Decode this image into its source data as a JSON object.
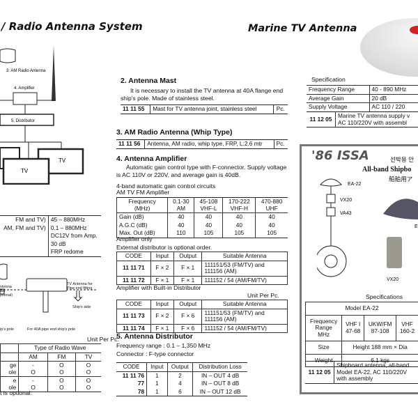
{
  "left": {
    "title": "/ Radio Antenna System",
    "diagram": {
      "am_antenna": "3. AM Radio Antenna",
      "amplifier": "4. Amplifier",
      "distributor": "5. Distributor",
      "tv1": "TV",
      "tv2": "TV"
    },
    "spec_rows": [
      [
        "FM and TV)",
        "45 – 880MHz"
      ],
      [
        "AM, FM and TV)",
        "0.1 – 880MHz"
      ],
      [
        "",
        "DC12V from Amp."
      ],
      [
        "",
        "30 dB"
      ],
      [
        "",
        "FRP redome"
      ]
    ],
    "mount": {
      "label_a": "ntenna\nast\nptional)",
      "label_b": "TV Antenna for\nPipe end fitting",
      "ships_side": "Ship's side",
      "pole_a": "ip's pole",
      "pole_b": "For 40A pipe end ship's pole"
    },
    "unit": "Unit Per Pc.",
    "wave_table": {
      "header": "Type of Radio Wave",
      "cols": [
        "AM",
        "FM",
        "TV"
      ],
      "rows": [
        {
          "label": "ge\nole",
          "am": "-\nO",
          "fm": "O\nO",
          "tv": "O\nO"
        },
        {
          "label": "e\nole",
          "am": "-\nO",
          "fm": "O\nO",
          "tv": "O\nO"
        }
      ]
    },
    "note": "t is optional."
  },
  "mast": {
    "heading": "2. Antenna Mast",
    "text": "It is necessary to install the TV antenna at 40A flange end ship's pole.   Made of stainless steel.",
    "row": [
      "11 11 55",
      "Mast for TV antenna joint, stainless steel",
      "Pc."
    ]
  },
  "am_radio": {
    "heading": "3. AM Radio Antenna (Whip Type)",
    "row": [
      "11 11 56",
      "Antenna, AM radio, whip type, FRP, L:2.6 mtr",
      "Pc."
    ]
  },
  "amplifier": {
    "heading": "4. Antenna Amplifier",
    "text": "Automatic gain control type with F-connector.   Supply voltage is AC 110V or 220V, and average gain is 40dB.",
    "sub1": "4-band automatic gain control circuits",
    "sub2": "AM TV FM Amplifier",
    "freq_header": [
      "Frequency\n(MHz)",
      "0.1-30\nAM",
      "45-108\nVHF-L",
      "170-222\nVHF-H",
      "470-880\nUHF"
    ],
    "freq_rows": [
      [
        "Gain (dB)",
        "40",
        "40",
        "40",
        "40"
      ],
      [
        "A.G.C (dB)",
        "40",
        "40",
        "40",
        "40"
      ],
      [
        "Max. Out (dB)",
        "110",
        "105",
        "105",
        "105"
      ]
    ],
    "only_label": "Amplifier only",
    "only_note": "External distributor is optional order.",
    "cols": [
      "CODE",
      "Input",
      "Output",
      "Suitable Antenna"
    ],
    "only_rows": [
      [
        "11 11 71",
        "F × 2",
        "F × 1",
        "111151/53 (FM/TV) and\n111156 (AM)"
      ],
      [
        "11 11 72",
        "F × 1",
        "F × 1",
        "111152 / 54 (AM/FM/TV)"
      ]
    ],
    "builtin_label": "Amplifier with Built-in Distributor",
    "unit": "Unit Per Pc.",
    "builtin_rows": [
      [
        "11 11 73",
        "F × 2",
        "F × 6",
        "111151/53 (FM/TV) and\n111156 (AM)"
      ],
      [
        "11 11 74",
        "F × 1",
        "F × 6",
        "111152 / 54 (AM/FM/TV)"
      ]
    ]
  },
  "distributor": {
    "heading": "5. Antenna Distributor",
    "freq": "Frequency range : 0.1 – 1,350 MHz",
    "connector": "Connector : F-type connector",
    "cols": [
      "CODE",
      "Input",
      "Output",
      "Distribution Loss"
    ],
    "rows": [
      [
        "11 11 76",
        "1",
        "2",
        "IN – OUT   4 dB"
      ],
      [
        "77",
        "1",
        "4",
        "IN – OUT   8 dB"
      ],
      [
        "78",
        "1",
        "6",
        "IN – OUT 12 dB"
      ]
    ]
  },
  "marine": {
    "title": "Marine TV Antenna",
    "spec_label": "Specification",
    "spec_rows": [
      [
        "Frequency Range",
        "40 - 890 MHz"
      ],
      [
        "Average Gain",
        "20 dB"
      ],
      [
        "Supply Voltage",
        "AC 110 / 220"
      ]
    ],
    "row": [
      "11 12 05",
      "Marine TV antenna supply v\nAC 110/220V with assembl"
    ],
    "dome_accent": "#d42020"
  },
  "issa": {
    "brand": "'86 ISSA",
    "korean": "선박용 안",
    "english": "All-band Shipbo",
    "japanese": "船舶用ア",
    "diagram": {
      "ea22": "EA-22",
      "vx20": "VX20",
      "va43": "VA43",
      "photo_vx20": "VX20",
      "photo_e": "E"
    },
    "spec_title": "Specifications",
    "model": "Model EA-22",
    "freq_label": "Frequency\nRange\nMHz",
    "bands": [
      "VHF I\n47-68",
      "UKW/FM\n87-108",
      "VHF\n160-2"
    ],
    "size_label": "Size",
    "size": "Height 188 mm × Dia",
    "weight_label": "Weight",
    "weight": "6.1 kgs",
    "row": [
      "11 12 05",
      "Shipboard antenna, all-band\nModel EA-22, AC 110/220V\nwith assembly"
    ]
  }
}
